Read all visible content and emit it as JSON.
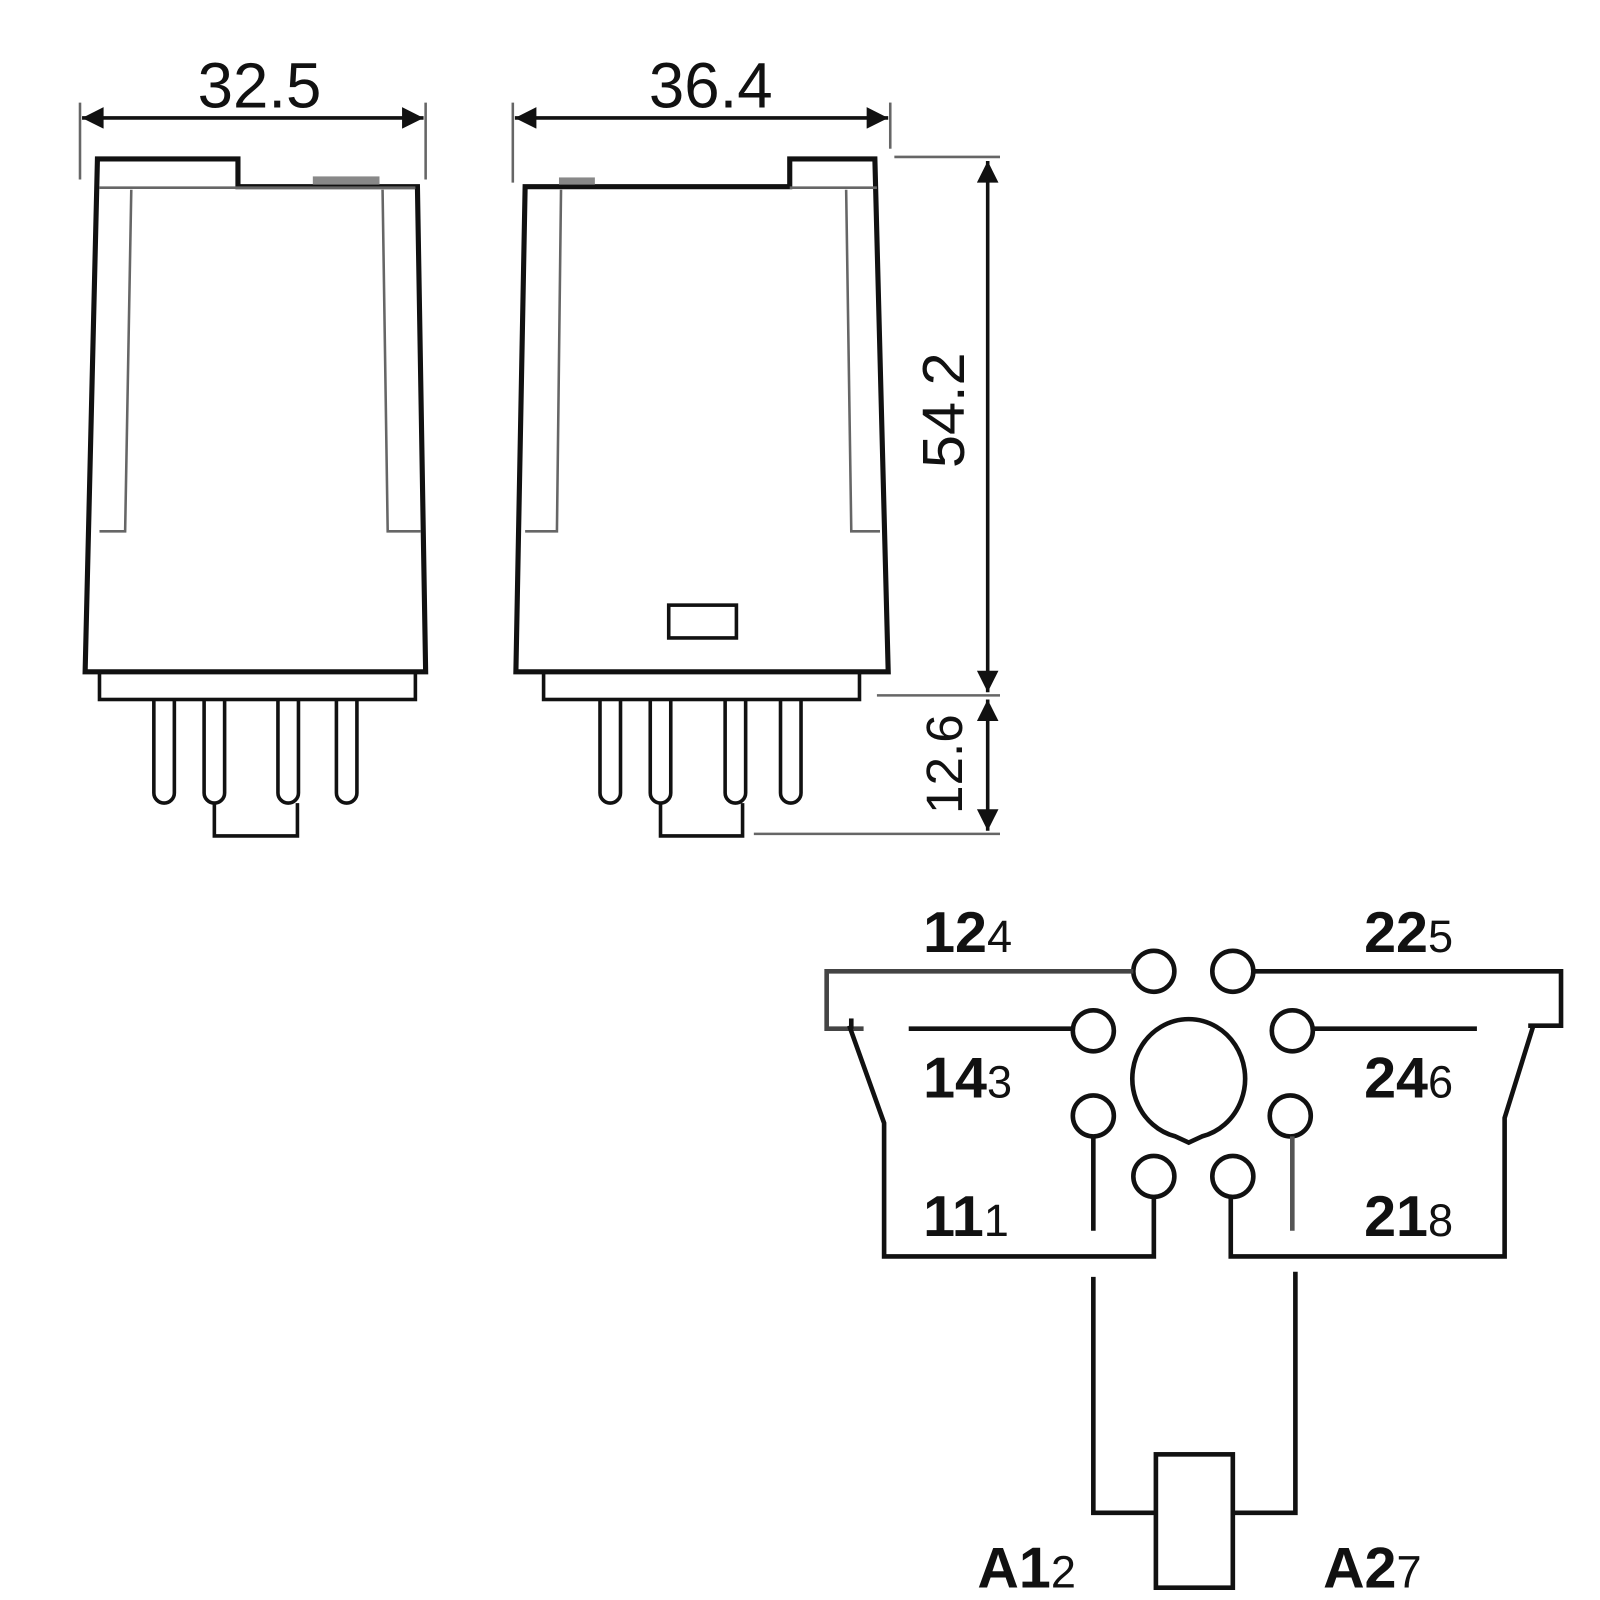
{
  "dimensions": {
    "width_side": "32.5",
    "width_front": "36.4",
    "body_height": "54.2",
    "pin_length": "12.6"
  },
  "terminals": [
    {
      "contact": "12",
      "pin": "4"
    },
    {
      "contact": "22",
      "pin": "5"
    },
    {
      "contact": "14",
      "pin": "3"
    },
    {
      "contact": "24",
      "pin": "6"
    },
    {
      "contact": "11",
      "pin": "1"
    },
    {
      "contact": "21",
      "pin": "8"
    },
    {
      "contact": "A1",
      "pin": "2"
    },
    {
      "contact": "A2",
      "pin": "7"
    }
  ]
}
